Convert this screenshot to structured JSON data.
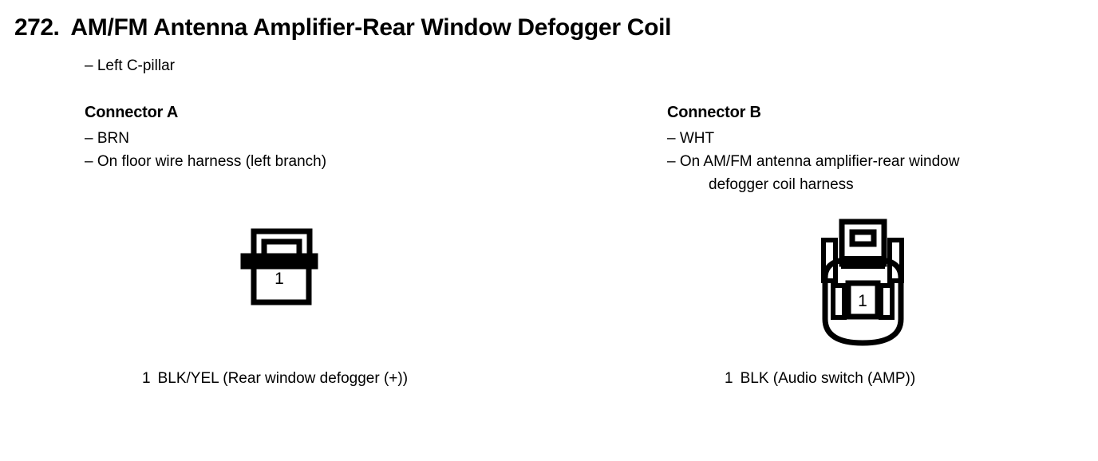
{
  "page": {
    "background_color": "#ffffff",
    "ink_color": "#000000"
  },
  "header": {
    "number": "272.",
    "title": "AM/FM Antenna Amplifier-Rear Window Defogger Coil",
    "location_note": "– Left C-pillar"
  },
  "connectors": [
    {
      "id": "A",
      "heading": "Connector A",
      "color_code": "– BRN",
      "harness": "– On floor wire harness (left branch)",
      "harness_cont": "",
      "diagram": {
        "shape": "square-flange-connector",
        "cavity_label": "1"
      },
      "pins": [
        {
          "number": "1",
          "text": "BLK/YEL (Rear window defogger (+))"
        }
      ]
    },
    {
      "id": "B",
      "heading": "Connector B",
      "color_code": "– WHT",
      "harness": "– On AM/FM antenna amplifier-rear window",
      "harness_cont": "defogger coil harness",
      "diagram": {
        "shape": "rounded-latch-connector",
        "cavity_label": "1"
      },
      "pins": [
        {
          "number": "1",
          "text": "BLK (Audio switch  (AMP))"
        }
      ]
    }
  ]
}
